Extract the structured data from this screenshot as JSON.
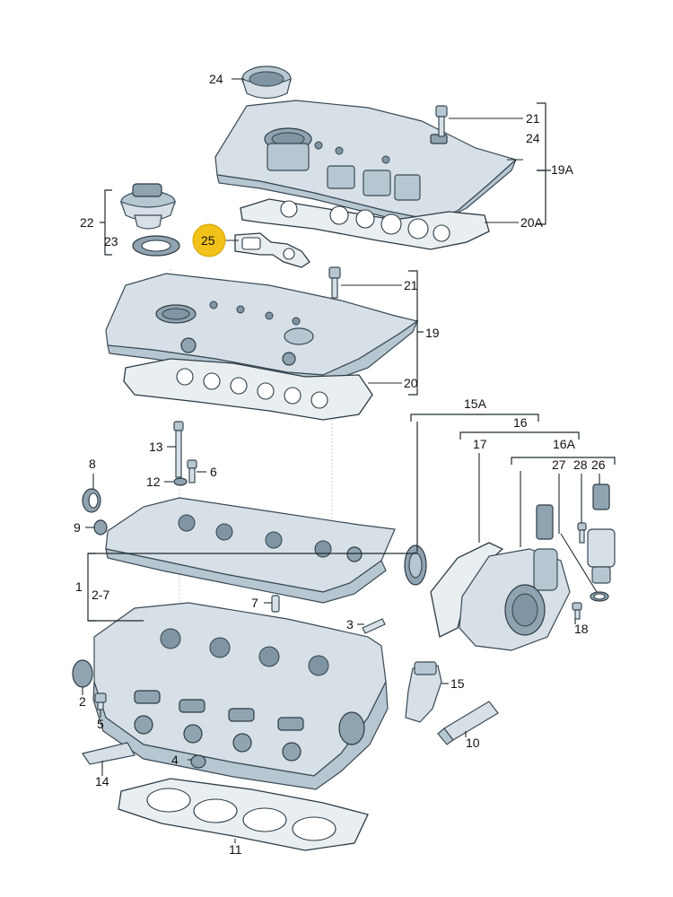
{
  "diagram": {
    "highlight_color": "#f2c21b",
    "labels": {
      "p24_top": "24",
      "p21_top": "21",
      "p24_right": "24",
      "p19A": "19A",
      "p20A": "20A",
      "p22": "22",
      "p23": "23",
      "p25": "25",
      "p21_mid": "21",
      "p19": "19",
      "p20": "20",
      "p15A": "15A",
      "p16": "16",
      "p17": "17",
      "p16A": "16A",
      "p27": "27",
      "p28": "28",
      "p26": "26",
      "p13": "13",
      "p8": "8",
      "p12": "12",
      "p6": "6",
      "p9": "9",
      "p1": "1",
      "p2_7": "2-7",
      "p7": "7",
      "p3": "3",
      "p18": "18",
      "p15": "15",
      "p2": "2",
      "p5": "5",
      "p10": "10",
      "p4": "4",
      "p14": "14",
      "p11": "11"
    }
  }
}
